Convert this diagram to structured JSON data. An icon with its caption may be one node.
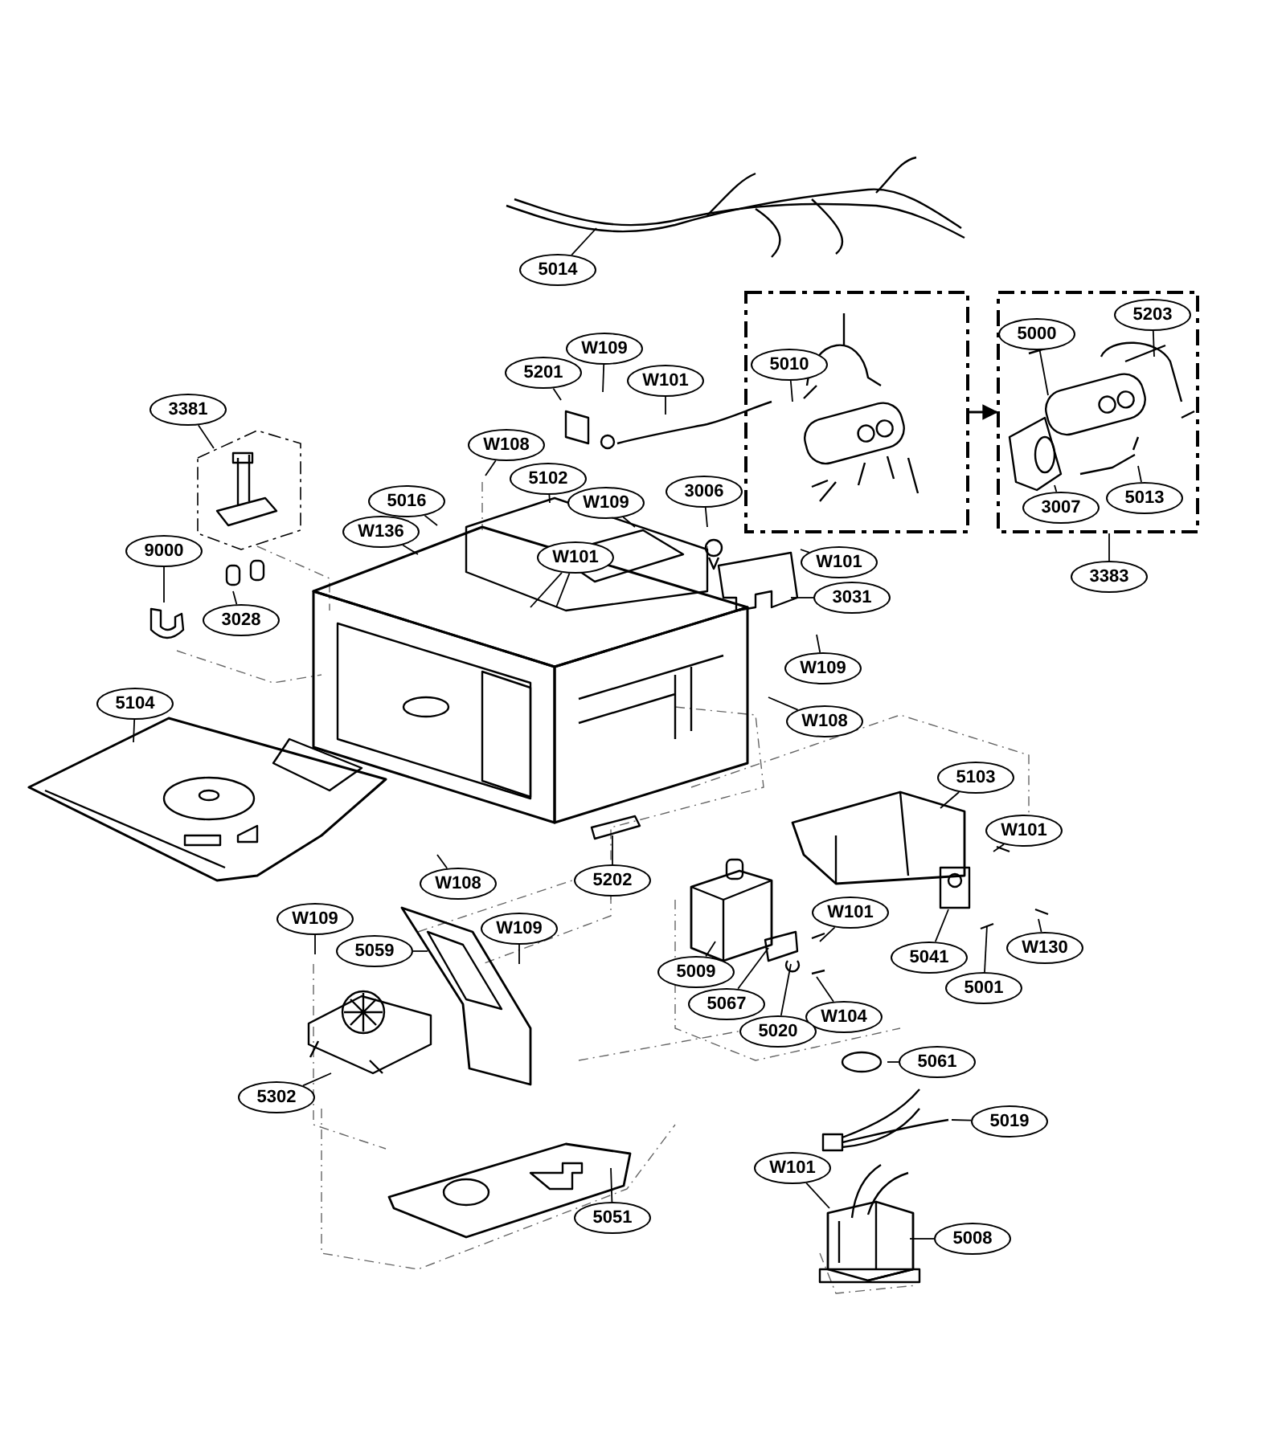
{
  "diagram": {
    "nodes": [
      {
        "text": [],
        "shape": "box"
      },
      {
        "text": [],
        "shape": "box"
      },
      {
        "text": [
          "5014"
        ]
      },
      {
        "text": [
          "5203"
        ],
        "in": 1
      },
      {
        "text": [
          "5000"
        ],
        "in": 1
      },
      {
        "text": [
          "W109"
        ]
      },
      {
        "text": [
          "5201"
        ]
      },
      {
        "text": [
          "5010"
        ],
        "in": 0
      },
      {
        "text": [
          "W101"
        ]
      },
      {
        "text": [
          "3381"
        ]
      },
      {
        "text": [
          "W108"
        ]
      },
      {
        "text": [
          "3006"
        ]
      },
      {
        "text": [
          "5016"
        ]
      },
      {
        "text": [
          "5102"
        ]
      },
      {
        "text": [
          "W109"
        ]
      },
      {
        "text": [
          "3007"
        ],
        "in": 1
      },
      {
        "text": [
          "5013"
        ],
        "in": 1
      },
      {
        "text": [
          "3383"
        ]
      },
      {
        "text": [
          "W136"
        ]
      },
      {
        "text": [
          "W101"
        ]
      },
      {
        "text": [
          "9000"
        ]
      },
      {
        "text": [
          "W101"
        ]
      },
      {
        "text": [
          "3031"
        ]
      },
      {
        "text": [
          "3028"
        ]
      },
      {
        "text": [
          "W109"
        ]
      },
      {
        "text": [
          "W108"
        ]
      },
      {
        "text": [
          "5104"
        ]
      },
      {
        "text": [
          "5103"
        ]
      },
      {
        "text": [
          "W101"
        ]
      },
      {
        "text": [
          "W108"
        ]
      },
      {
        "text": [
          "5202"
        ]
      },
      {
        "text": [
          "W109"
        ]
      },
      {
        "text": [
          "W101"
        ]
      },
      {
        "text": [
          "W109"
        ]
      },
      {
        "text": [
          "5059"
        ]
      },
      {
        "text": [
          "5041"
        ]
      },
      {
        "text": [
          "W130"
        ]
      },
      {
        "text": [
          "5009"
        ]
      },
      {
        "text": [
          "5001"
        ]
      },
      {
        "text": [
          "5067"
        ]
      },
      {
        "text": [
          "W104"
        ]
      },
      {
        "text": [
          "5020"
        ]
      },
      {
        "text": [
          "5061"
        ]
      },
      {
        "text": [
          "5302"
        ]
      },
      {
        "text": [
          "5019"
        ]
      },
      {
        "text": [
          "W101"
        ]
      },
      {
        "text": [
          "5008"
        ]
      },
      {
        "text": [
          "5051"
        ]
      }
    ],
    "edges": [
      {
        "from": 0,
        "to": 1,
        "arrow": "to"
      },
      {
        "from": 2,
        "to": null,
        "arrow": "none"
      },
      {
        "from": 3,
        "to": null,
        "arrow": "none"
      },
      {
        "from": 4,
        "to": null,
        "arrow": "none"
      },
      {
        "from": 5,
        "to": null,
        "arrow": "none"
      },
      {
        "from": 6,
        "to": null,
        "arrow": "none"
      },
      {
        "from": 7,
        "to": null,
        "arrow": "none"
      },
      {
        "from": 8,
        "to": null,
        "arrow": "none"
      },
      {
        "from": 9,
        "to": null,
        "arrow": "none"
      },
      {
        "from": 10,
        "to": null,
        "arrow": "none"
      },
      {
        "from": 11,
        "to": null,
        "arrow": "none"
      },
      {
        "from": 12,
        "to": null,
        "arrow": "none"
      },
      {
        "from": 13,
        "to": null,
        "arrow": "none"
      },
      {
        "from": 14,
        "to": null,
        "arrow": "none"
      },
      {
        "from": 15,
        "to": null,
        "arrow": "none"
      },
      {
        "from": 16,
        "to": null,
        "arrow": "none"
      },
      {
        "from": 17,
        "to": 1,
        "arrow": "none"
      },
      {
        "from": 18,
        "to": null,
        "arrow": "none"
      },
      {
        "from": 19,
        "to": null,
        "arrow": "none"
      },
      {
        "from": 19,
        "to": null,
        "arrow": "none"
      },
      {
        "from": 20,
        "to": null,
        "arrow": "none"
      },
      {
        "from": 21,
        "to": null,
        "arrow": "none"
      },
      {
        "from": 22,
        "to": null,
        "arrow": "none"
      },
      {
        "from": 23,
        "to": null,
        "arrow": "none"
      },
      {
        "from": 24,
        "to": null,
        "arrow": "none"
      },
      {
        "from": 25,
        "to": null,
        "arrow": "none"
      },
      {
        "from": 26,
        "to": null,
        "arrow": "none"
      },
      {
        "from": 27,
        "to": null,
        "arrow": "none"
      },
      {
        "from": 28,
        "to": null,
        "arrow": "none"
      },
      {
        "from": 29,
        "to": null,
        "arrow": "none"
      },
      {
        "from": 30,
        "to": null,
        "arrow": "none"
      },
      {
        "from": 31,
        "to": null,
        "arrow": "none"
      },
      {
        "from": 32,
        "to": null,
        "arrow": "none"
      },
      {
        "from": 33,
        "to": null,
        "arrow": "none"
      },
      {
        "from": 34,
        "to": null,
        "arrow": "none"
      },
      {
        "from": 35,
        "to": null,
        "arrow": "none"
      },
      {
        "from": 36,
        "to": null,
        "arrow": "none"
      },
      {
        "from": 37,
        "to": null,
        "arrow": "none"
      },
      {
        "from": 38,
        "to": null,
        "arrow": "none"
      },
      {
        "from": 39,
        "to": null,
        "arrow": "none"
      },
      {
        "from": 40,
        "to": null,
        "arrow": "none"
      },
      {
        "from": 41,
        "to": null,
        "arrow": "none"
      },
      {
        "from": 42,
        "to": null,
        "arrow": "none"
      },
      {
        "from": 43,
        "to": null,
        "arrow": "none"
      },
      {
        "from": 44,
        "to": null,
        "arrow": "none"
      },
      {
        "from": 45,
        "to": null,
        "arrow": "none"
      },
      {
        "from": 46,
        "to": null,
        "arrow": "none"
      },
      {
        "from": 47,
        "to": null,
        "arrow": "none"
      }
    ]
  }
}
